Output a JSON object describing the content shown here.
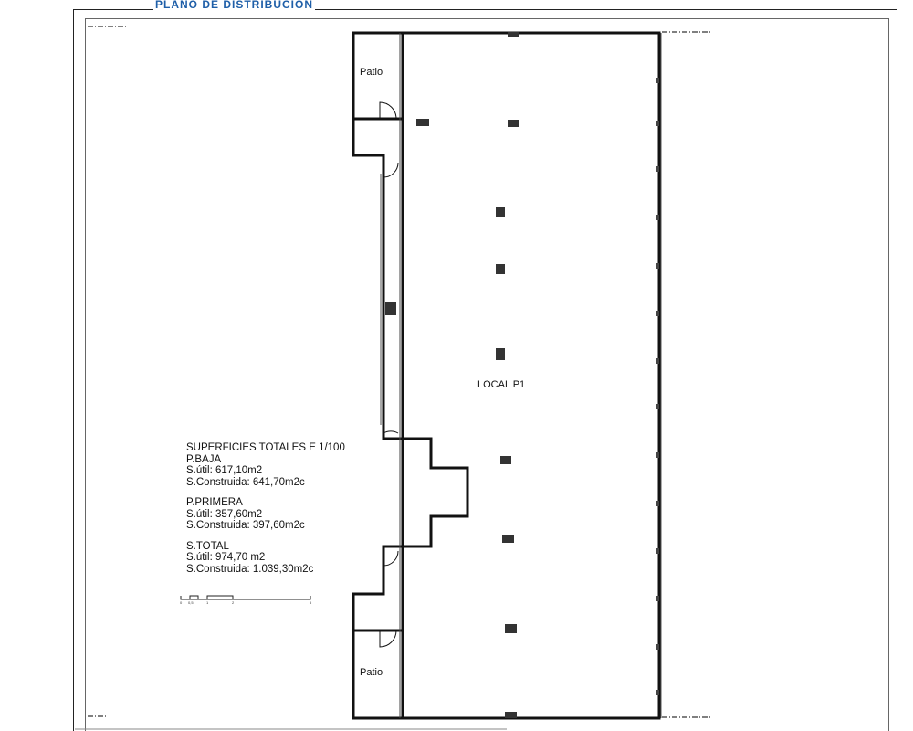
{
  "title": "PLANO DE DISTRIBUCION",
  "rooms": {
    "patio_top": "Patio",
    "patio_bottom": "Patio",
    "local": "LOCAL P1"
  },
  "surfaces": {
    "heading": "SUPERFICIES TOTALES  E 1/100",
    "baja": {
      "label": "P.BAJA",
      "util": "S.útil: 617,10m2",
      "construida": "S.Construida: 641,70m2c"
    },
    "primera": {
      "label": "P.PRIMERA",
      "util": "S.útil: 357,60m2",
      "construida": "S.Construida: 397,60m2c"
    },
    "total": {
      "label": "S.TOTAL",
      "util": "S.útil: 974,70 m2",
      "construida": "S.Construida: 1.039,30m2c"
    }
  },
  "scale_bar": [
    "0",
    "0,5",
    "1",
    "2",
    "5"
  ]
}
